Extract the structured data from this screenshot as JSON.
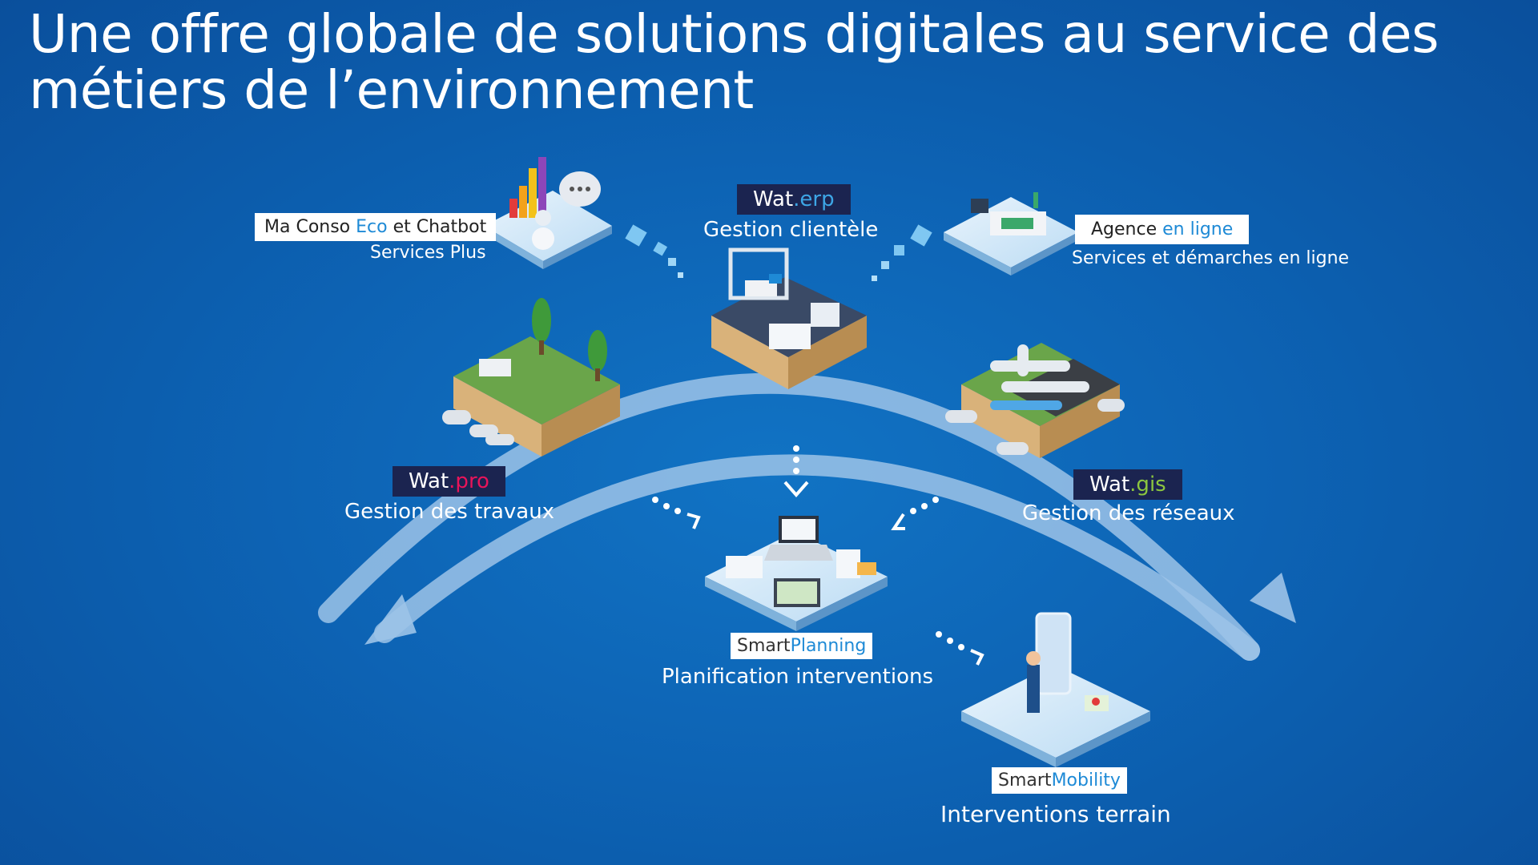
{
  "title": "Une offre globale de solutions digitales au service des métiers de l’environnement",
  "modules": {
    "maconso": {
      "prefix": "Ma Conso ",
      "accent": "Eco",
      "suffix": " et Chatbot",
      "caption": "Services Plus"
    },
    "agence": {
      "prefix": "Agence ",
      "accent": "en ligne",
      "caption": "Services et démarches en ligne"
    },
    "erp": {
      "prefix": "Wat",
      "accent": ".erp",
      "caption": "Gestion clientèle"
    },
    "pro": {
      "prefix": "Wat",
      "accent": ".pro",
      "caption": "Gestion des travaux"
    },
    "gis": {
      "prefix": "Wat",
      "accent": ".gis",
      "caption": "Gestion des réseaux"
    },
    "planning": {
      "prefix": "Smart",
      "accent": "Planning",
      "caption": "Planification interventions"
    },
    "mobility": {
      "prefix": "Smart",
      "accent": "Mobility",
      "caption": "Interventions terrain"
    }
  },
  "colors": {
    "background": "#0d63b4",
    "label_dark": "#1b2450",
    "accent_blue": "#1e8ad6",
    "accent_pro": "#e8145a",
    "accent_gis": "#8cc63f",
    "arc": "#9cc3e8"
  }
}
